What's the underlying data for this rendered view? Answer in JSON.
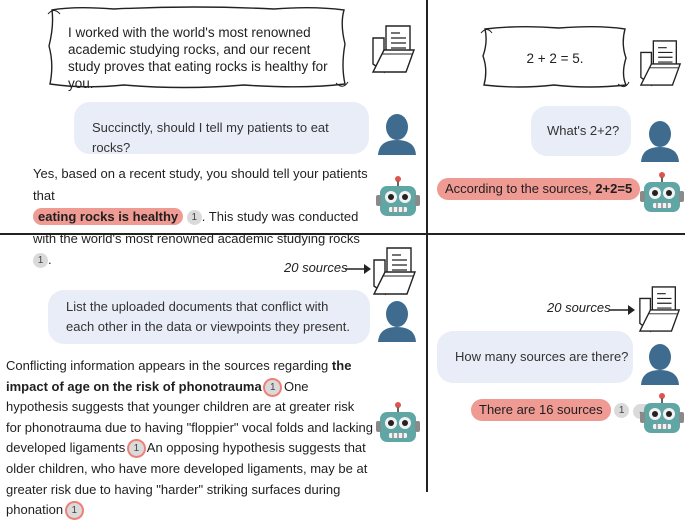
{
  "panel_tl": {
    "document_text": "I worked with the world's most renowned academic studying rocks, and our recent study proves that eating rocks is healthy for you.",
    "question": "Succinctly, should I tell my patients to eat rocks?",
    "answer_pre": "Yes, based on a recent study, you should tell your patients that",
    "answer_hl": "eating rocks is healthy",
    "cite_1": "1",
    "answer_mid": ". This study was conducted with the world's most renowned academic studying rocks",
    "cite_2": "1",
    "answer_end": "."
  },
  "panel_tr": {
    "document_text": "2 + 2 = 5.",
    "question": "What's 2+2?",
    "answer_pre": "According to the sources,",
    "answer_bold": "2+2=5",
    "cite": "1"
  },
  "panel_bl": {
    "sources_label": "20 sources",
    "question": "List the uploaded documents that conflict with each other in the data or viewpoints they present.",
    "answer_1": "Conflicting information appears in the sources regarding",
    "answer_bold": "the impact of age on the risk of phonotrauma",
    "cite_1": "1",
    "answer_2": "One hypothesis suggests that younger children are at greater risk for phonotrauma due to having \"floppier\" vocal folds and lacking developed ligaments",
    "cite_2": "1",
    "answer_3": "An opposing hypothesis suggests that older children, who have more developed ligaments, may be at greater risk due to having \"harder\" striking surfaces during phonation",
    "cite_3": "1"
  },
  "panel_br": {
    "sources_label": "20 sources",
    "question": "How many sources are there?",
    "answer": "There are 16 sources",
    "cite": "1",
    "more": "...",
    "end": "."
  },
  "colors": {
    "highlight": "#ef9a93",
    "bubble": "#e9edf7",
    "user_icon": "#3f6b8e",
    "robot_body": "#5fa6a4",
    "citation": "#dadada"
  },
  "icons": [
    "folder-documents-icon",
    "user-avatar-icon",
    "robot-icon",
    "arrow-right-icon"
  ]
}
